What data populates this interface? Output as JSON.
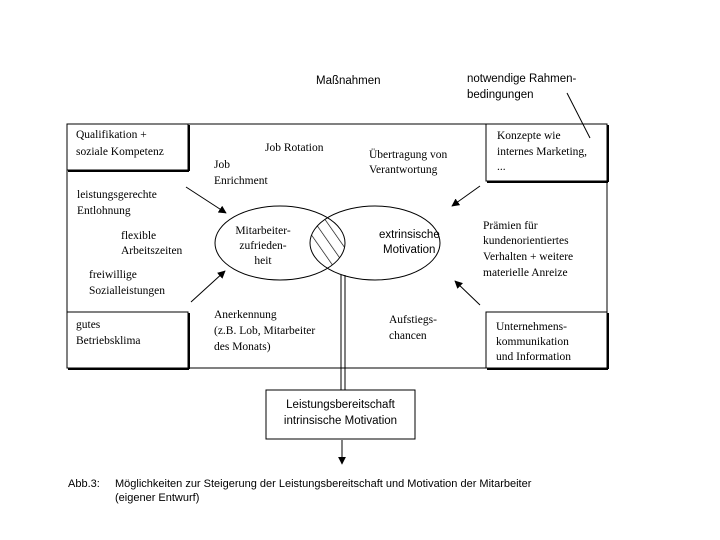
{
  "labels": {
    "massnahmen": "Maßnahmen",
    "rahmen_line1": "notwendige Rahmen-",
    "rahmen_line2": "bedingungen"
  },
  "left_measures": {
    "qualifikation_l1": "Qualifikation +",
    "qualifikation_l2": "soziale Kompetenz",
    "entlohnung_l1": "leistungsgerechte",
    "entlohnung_l2": "Entlohnung",
    "arbeitszeiten_l1": "flexible",
    "arbeitszeiten_l2": "Arbeitszeiten",
    "sozial_l1": "freiwillige",
    "sozial_l2": "Sozialleistungen",
    "klima_l1": "gutes",
    "klima_l2": "Betriebsklima"
  },
  "center_measures": {
    "job_rotation": "Job Rotation",
    "job_enrichment_l1": "Job",
    "job_enrichment_l2": "Enrichment",
    "verantwortung_l1": "Übertragung von",
    "verantwortung_l2": "Verantwortung",
    "anerkennung_l1": "Anerkennung",
    "anerkennung_l2": "(z.B. Lob, Mitarbeiter",
    "anerkennung_l3": "des Monats)",
    "aufstieg_l1": "Aufstiegs-",
    "aufstieg_l2": "chancen"
  },
  "ellipses": {
    "left_l1": "Mitarbeiter-",
    "left_l2": "zufrieden-",
    "left_l3": "heit",
    "right_l1": "extrinsische",
    "right_l2": "Motivation"
  },
  "right_conditions": {
    "konzepte_l1": "Konzepte wie",
    "konzepte_l2": "internes Marketing,",
    "konzepte_l3": "...",
    "praemien_l1": "Prämien für",
    "praemien_l2": "kundenorientiertes",
    "praemien_l3": "Verhalten + weitere",
    "praemien_l4": "materielle Anreize",
    "kommunikation_l1": "Unternehmens-",
    "kommunikation_l2": "kommunikation",
    "kommunikation_l3": "und Information"
  },
  "result": {
    "line1": "Leistungsbereitschaft",
    "line2": "intrinsische Motivation"
  },
  "caption": {
    "label": "Abb.3:",
    "line1": "Möglichkeiten zur Steigerung der Leistungsbereitschaft und Motivation der Mitarbeiter",
    "line2": "(eigener Entwurf)"
  }
}
